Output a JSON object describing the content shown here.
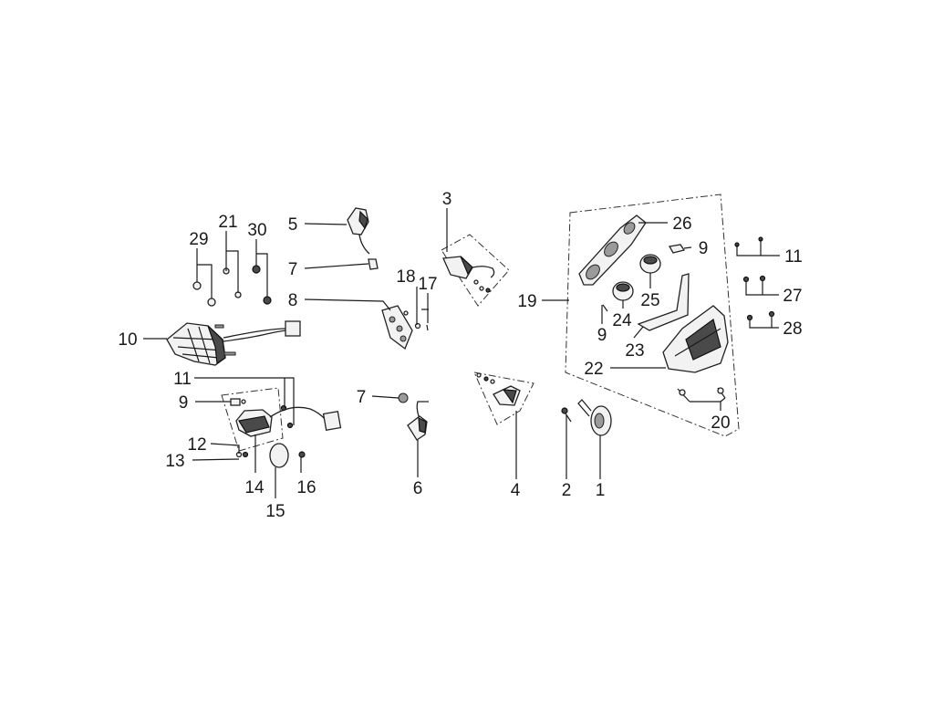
{
  "callouts": {
    "c1": "1",
    "c2": "2",
    "c3": "3",
    "c4": "4",
    "c5": "5",
    "c6": "6",
    "c7a": "7",
    "c7b": "7",
    "c8": "8",
    "c9a": "9",
    "c9b": "9",
    "c9c": "9",
    "c10": "10",
    "c11a": "11",
    "c11b": "11",
    "c12": "12",
    "c13": "13",
    "c14": "14",
    "c15": "15",
    "c16": "16",
    "c17": "17",
    "c18": "18",
    "c19": "19",
    "c20": "20",
    "c21": "21",
    "c22": "22",
    "c23": "23",
    "c24": "24",
    "c25": "25",
    "c26": "26",
    "c27": "27",
    "c28": "28",
    "c29": "29",
    "c30": "30"
  }
}
